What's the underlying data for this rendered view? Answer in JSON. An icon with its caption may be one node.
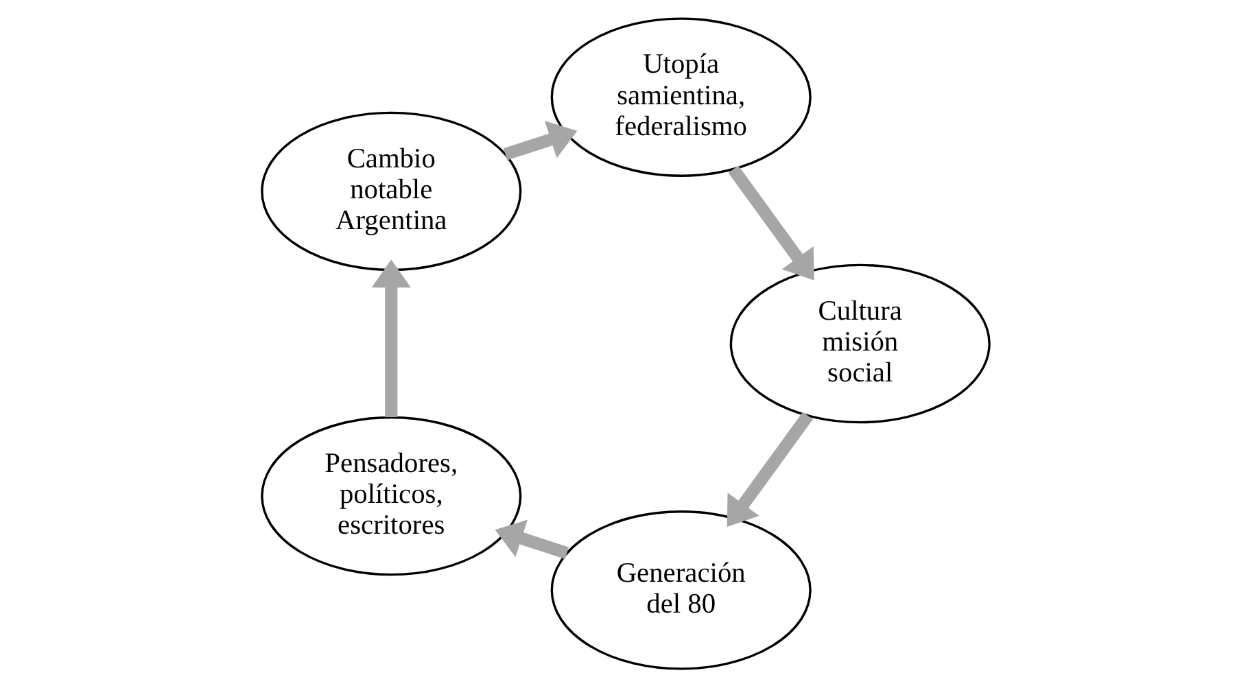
{
  "diagram": {
    "nodes": [
      {
        "text": [
          "Generación del 80"
        ]
      },
      {
        "text": [
          "Pensadores, políticos, escritores"
        ]
      },
      {
        "text": [
          "Cambio notable Argentina"
        ]
      },
      {
        "text": [
          "Utopía samientina, federalismo"
        ]
      },
      {
        "text": [
          "Cultura misión social"
        ]
      }
    ],
    "edges": [
      {
        "from": 0,
        "to": 1,
        "arrow": "to"
      },
      {
        "from": 1,
        "to": 2,
        "arrow": "to"
      },
      {
        "from": 2,
        "to": 3,
        "arrow": "to"
      },
      {
        "from": 3,
        "to": 4,
        "arrow": "to"
      },
      {
        "from": 4,
        "to": 0,
        "arrow": "to"
      }
    ]
  }
}
